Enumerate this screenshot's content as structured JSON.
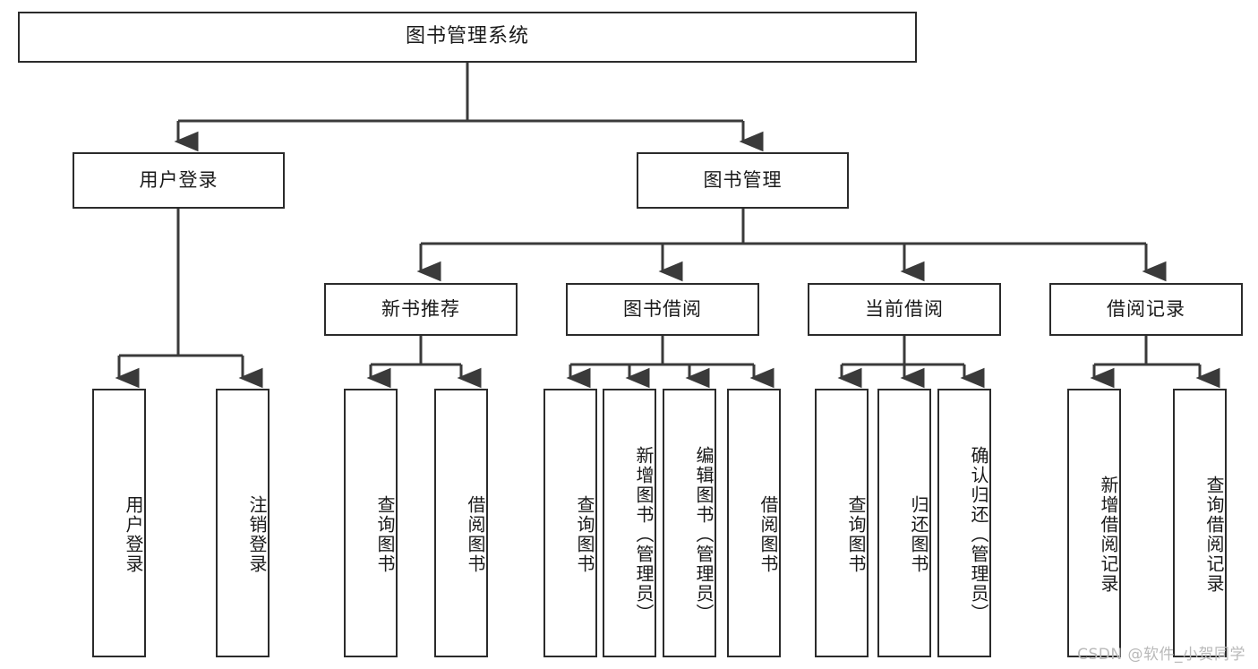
{
  "diagram": {
    "type": "tree",
    "title": "图书管理系统",
    "watermark": "CSDN @软件_小贺同学",
    "colors": {
      "box_border": "#2b2b2b",
      "box_fill": "#ffffff",
      "connector": "#3a3a3a",
      "text": "#1a1a1a",
      "watermark": "#b9b9b9"
    },
    "nodes": {
      "root": {
        "label": "图书管理系统"
      },
      "level2": [
        {
          "label": "用户登录"
        },
        {
          "label": "图书管理"
        }
      ],
      "level3": [
        {
          "label": "新书推荐"
        },
        {
          "label": "图书借阅"
        },
        {
          "label": "当前借阅"
        },
        {
          "label": "借阅记录"
        }
      ],
      "leaves": [
        {
          "label": "用户登录"
        },
        {
          "label": "注销登录"
        },
        {
          "label": "查询图书"
        },
        {
          "label": "借阅图书"
        },
        {
          "label": "查询图书"
        },
        {
          "label": "新增图书（管理员）"
        },
        {
          "label": "编辑图书（管理员）"
        },
        {
          "label": "借阅图书"
        },
        {
          "label": "查询图书"
        },
        {
          "label": "归还图书"
        },
        {
          "label": "确认归还（管理员）"
        },
        {
          "label": "新增借阅记录"
        },
        {
          "label": "查询借阅记录"
        }
      ]
    },
    "edges": [
      {
        "from": "图书管理系统",
        "to": "用户登录"
      },
      {
        "from": "图书管理系统",
        "to": "图书管理"
      },
      {
        "from": "用户登录",
        "to": "用户登录"
      },
      {
        "from": "用户登录",
        "to": "注销登录"
      },
      {
        "from": "图书管理",
        "to": "新书推荐"
      },
      {
        "from": "图书管理",
        "to": "图书借阅"
      },
      {
        "from": "图书管理",
        "to": "当前借阅"
      },
      {
        "from": "图书管理",
        "to": "借阅记录"
      },
      {
        "from": "新书推荐",
        "to": "查询图书"
      },
      {
        "from": "新书推荐",
        "to": "借阅图书"
      },
      {
        "from": "图书借阅",
        "to": "查询图书"
      },
      {
        "from": "图书借阅",
        "to": "新增图书（管理员）"
      },
      {
        "from": "图书借阅",
        "to": "编辑图书（管理员）"
      },
      {
        "from": "图书借阅",
        "to": "借阅图书"
      },
      {
        "from": "当前借阅",
        "to": "查询图书"
      },
      {
        "from": "当前借阅",
        "to": "归还图书"
      },
      {
        "from": "当前借阅",
        "to": "确认归还（管理员）"
      },
      {
        "from": "借阅记录",
        "to": "新增借阅记录"
      },
      {
        "from": "借阅记录",
        "to": "查询借阅记录"
      }
    ]
  }
}
